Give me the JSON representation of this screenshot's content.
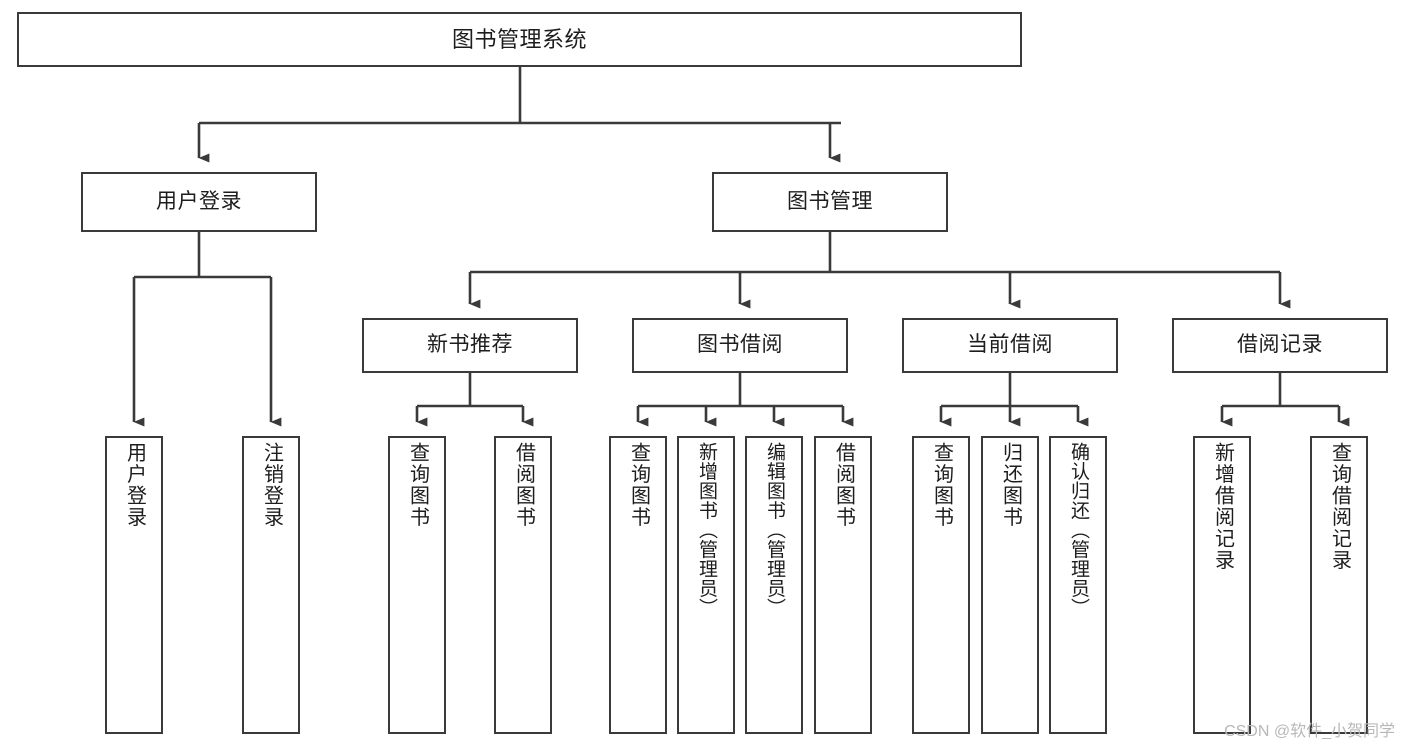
{
  "diagram": {
    "title": "图书管理系统",
    "type": "tree-hierarchy-diagram",
    "colors": {
      "background": "#ffffff",
      "box_border": "#3a3a3a",
      "connector": "#3a3a3a",
      "text": "#1d1d1d",
      "watermark": "#b8b8b8"
    },
    "root": {
      "label": "图书管理系统"
    },
    "level2": [
      {
        "label": "用户登录"
      },
      {
        "label": "图书管理"
      }
    ],
    "level3": [
      {
        "label": "新书推荐"
      },
      {
        "label": "图书借阅"
      },
      {
        "label": "当前借阅"
      },
      {
        "label": "借阅记录"
      }
    ],
    "leaves": {
      "user_login": [
        {
          "label": "用户登录"
        },
        {
          "label": "注销登录"
        }
      ],
      "new_book_recommend": [
        {
          "label": "查询图书"
        },
        {
          "label": "借阅图书"
        }
      ],
      "book_borrow": [
        {
          "label": "查询图书"
        },
        {
          "label": "新增图书（管理员）"
        },
        {
          "label": "编辑图书（管理员）"
        },
        {
          "label": "借阅图书"
        }
      ],
      "current_borrow": [
        {
          "label": "查询图书"
        },
        {
          "label": "归还图书"
        },
        {
          "label": "确认归还（管理员）"
        }
      ],
      "borrow_record": [
        {
          "label": "新增借阅记录"
        },
        {
          "label": "查询借阅记录"
        }
      ]
    },
    "watermark": "CSDN @软件_小贺同学"
  }
}
